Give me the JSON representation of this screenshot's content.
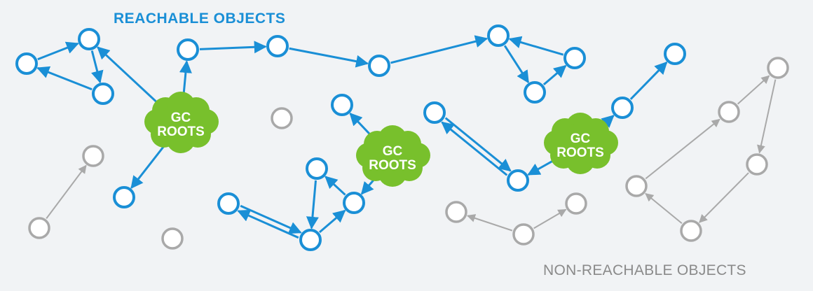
{
  "labels": {
    "reachable": "REACHABLE OBJECTS",
    "non_reachable": "NON-REACHABLE OBJECTS",
    "gc_line1": "GC",
    "gc_line2": "ROOTS"
  },
  "colors": {
    "reachable": "#1a8fd6",
    "non_reachable": "#a9a9a9",
    "gc_fill": "#78c02c",
    "gc_text": "#ffffff",
    "reachable_title": "#1a8fd6",
    "non_reachable_title": "#8a8a8a"
  }
}
